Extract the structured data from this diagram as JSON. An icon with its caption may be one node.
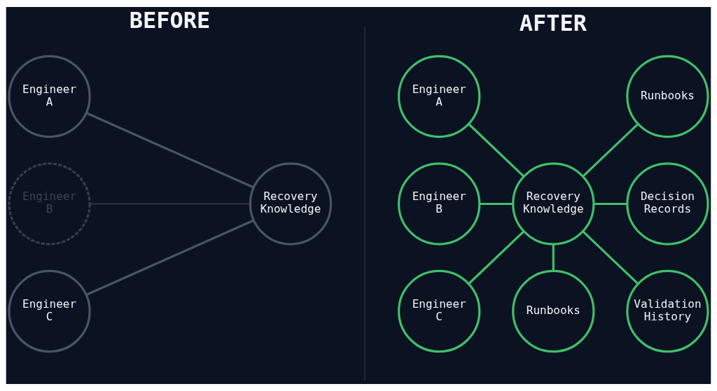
{
  "diagram": {
    "nodes": [
      {
        "text": [
          "Engineer A"
        ]
      },
      {
        "text": [
          "Engineer B"
        ]
      },
      {
        "text": [
          "Recovery Knowledge"
        ]
      },
      {
        "text": [
          "Engineer C"
        ]
      },
      {
        "text": [
          "Engineer A"
        ]
      },
      {
        "text": [
          "Runbooks"
        ]
      },
      {
        "text": [
          "Engineer B"
        ]
      },
      {
        "text": [
          "Recovery Knowledge"
        ]
      },
      {
        "text": [
          "Decision Records"
        ]
      },
      {
        "text": [
          "Engineer C"
        ]
      },
      {
        "text": [
          "Runbooks"
        ]
      },
      {
        "text": [
          "Validation History"
        ]
      }
    ],
    "edges": [
      {
        "from": 0,
        "to": 2,
        "arrow": "none",
        "color": "#4b5366"
      },
      {
        "from": 1,
        "to": 2,
        "arrow": "none",
        "color": "#383f50"
      },
      {
        "from": 3,
        "to": 2,
        "arrow": "none",
        "color": "#4b5366"
      },
      {
        "from": 4,
        "to": 7,
        "arrow": "none"
      },
      {
        "from": 6,
        "to": 7,
        "arrow": "none"
      },
      {
        "from": 9,
        "to": 7,
        "arrow": "none"
      },
      {
        "from": 7,
        "to": 5,
        "arrow": "none"
      },
      {
        "from": 7,
        "to": 8,
        "arrow": "none"
      },
      {
        "from": 7,
        "to": 10,
        "arrow": "none"
      },
      {
        "from": 7,
        "to": 11,
        "arrow": "none"
      }
    ],
    "labels": [
      "BEFORE",
      "AFTER"
    ]
  }
}
